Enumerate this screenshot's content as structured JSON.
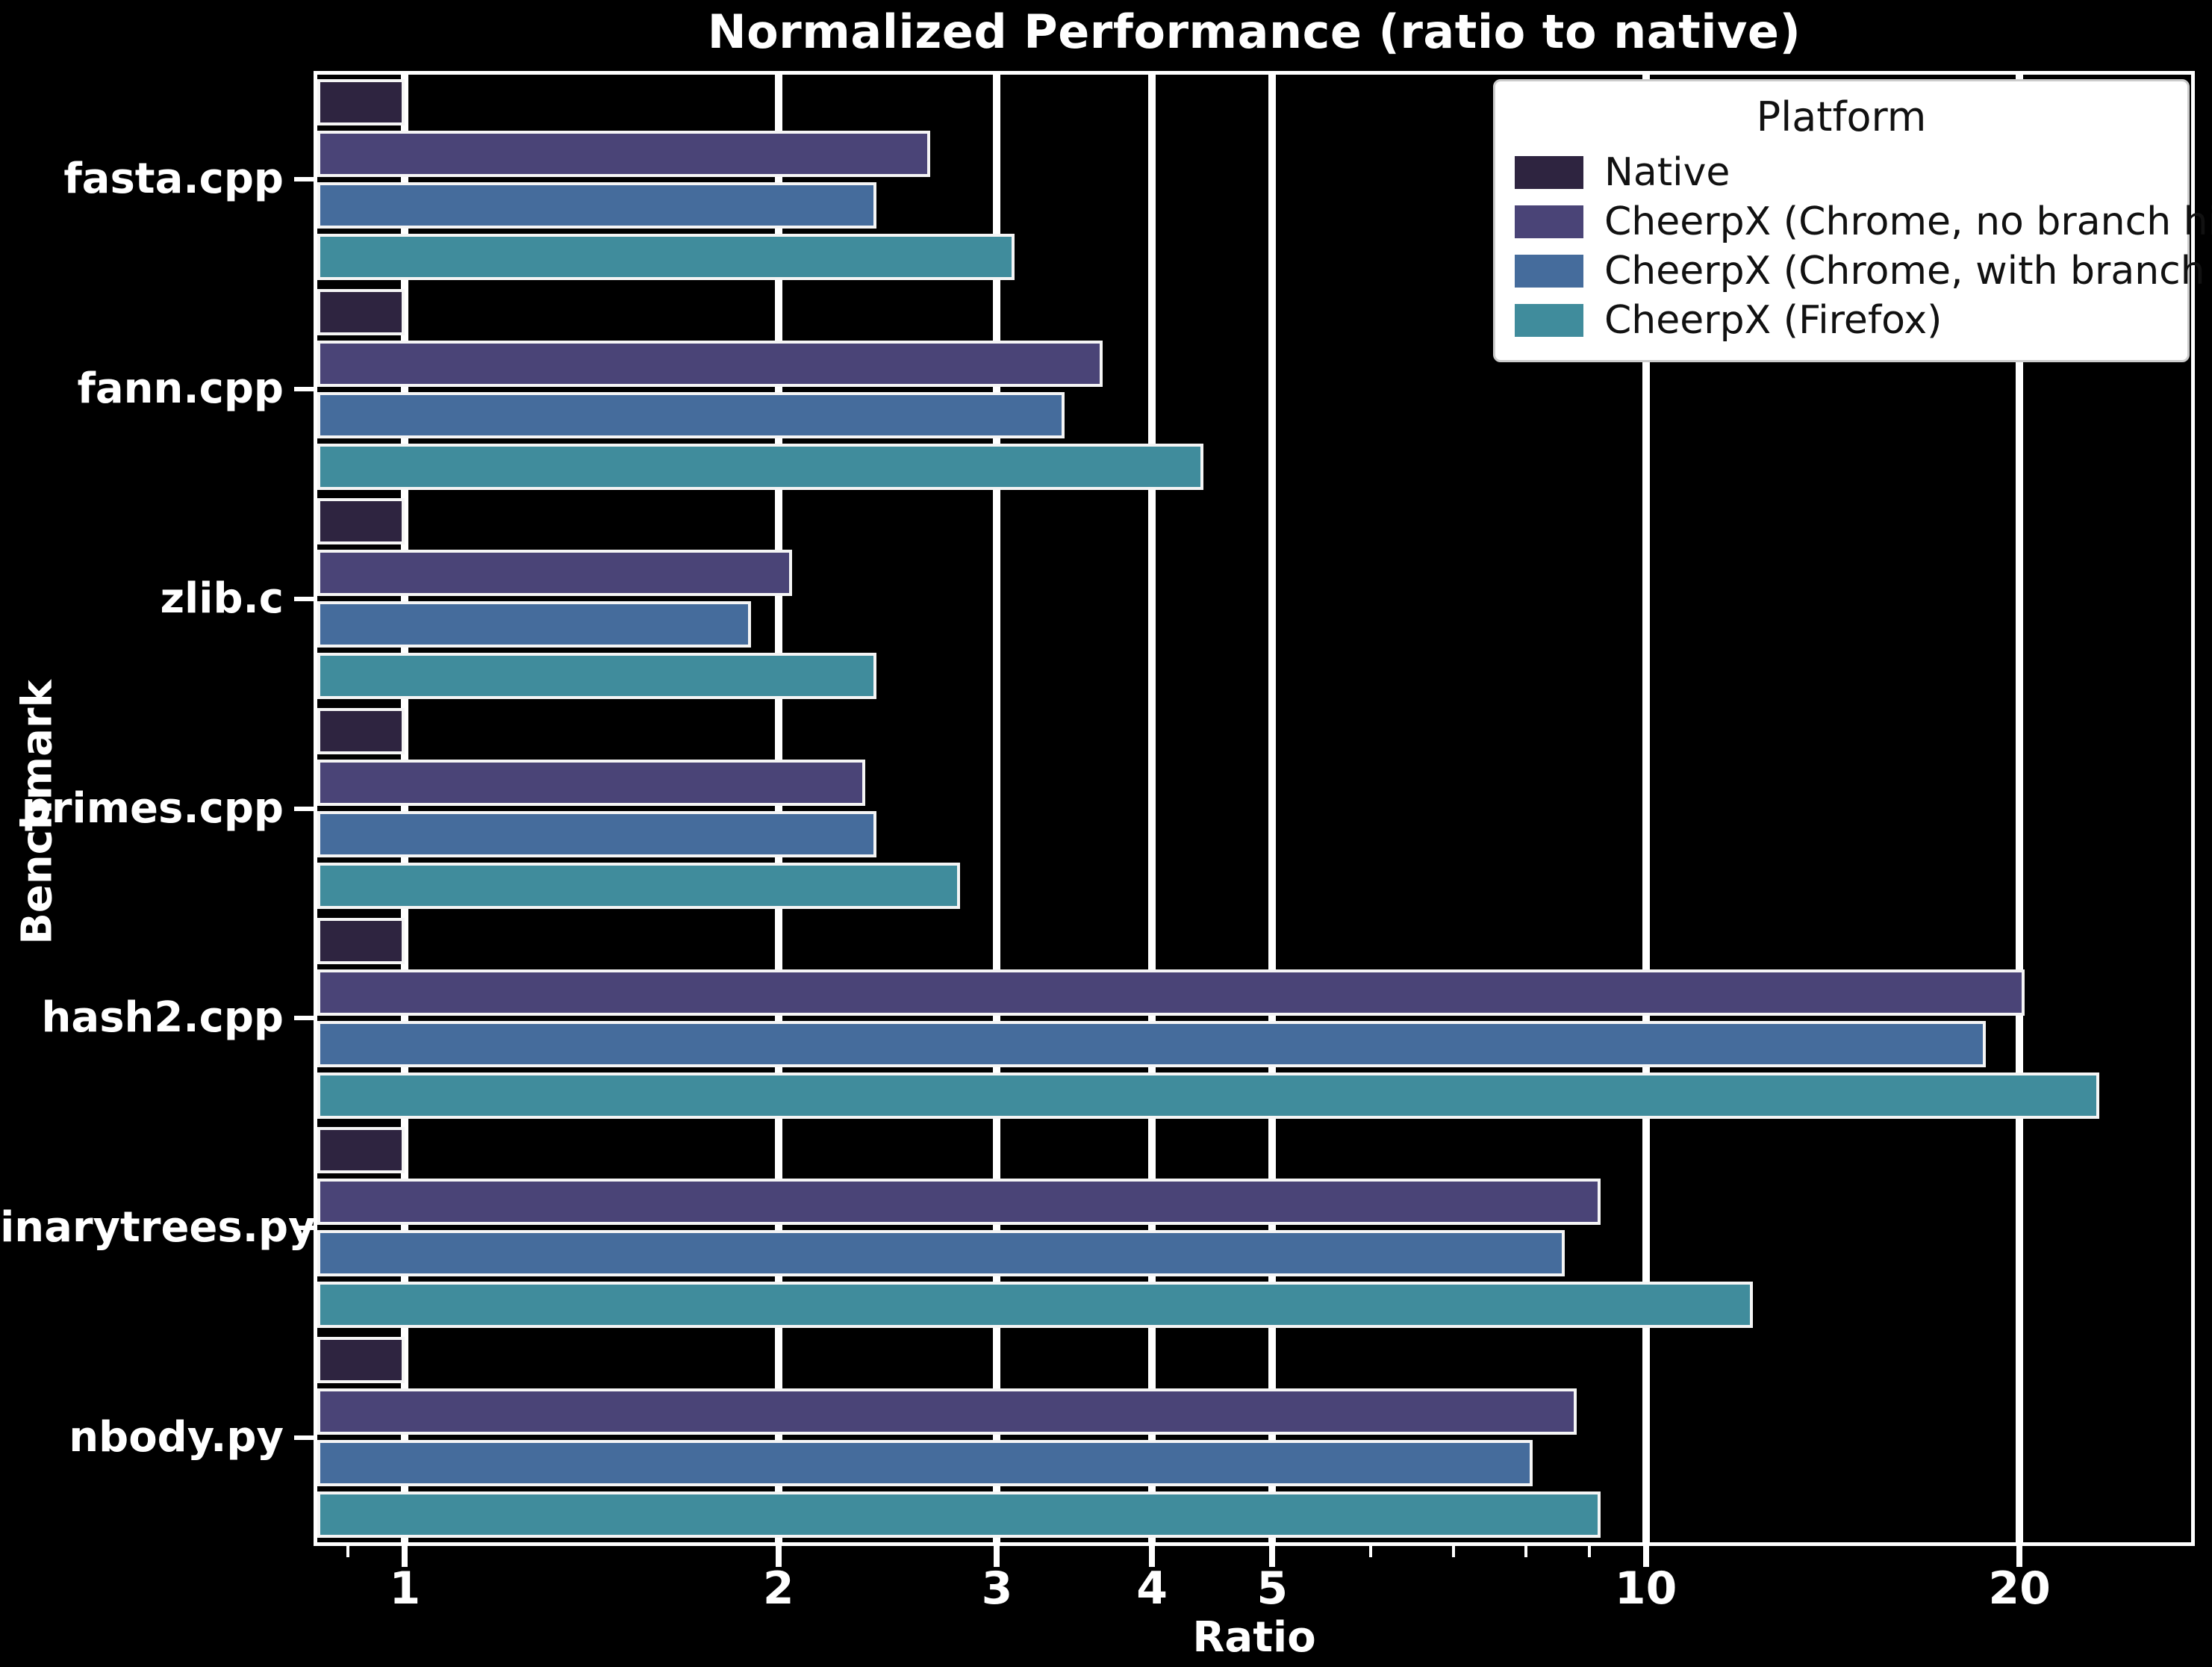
{
  "title": "Normalized Performance (ratio to native)",
  "chart_data": {
    "type": "bar",
    "orientation": "horizontal",
    "xscale": "log",
    "title": "Normalized Performance (ratio to native)",
    "xlabel": "Ratio",
    "ylabel": "Benchmark",
    "xlim": [
      0.85,
      27.5
    ],
    "xticks": [
      1,
      2,
      3,
      4,
      5,
      10,
      20
    ],
    "minor_xticks": [
      0.9,
      6,
      7,
      8,
      9
    ],
    "grid": "x-major",
    "background_color": "#000000",
    "text_color": "#ffffff",
    "bar_edge_color": "#f5f5f5",
    "categories": [
      "fasta.cpp",
      "fann.cpp",
      "zlib.c",
      "primes.cpp",
      "hash2.cpp",
      "binarytrees.py",
      "nbody.py"
    ],
    "series": [
      {
        "name": "Native",
        "color": "#2e2440",
        "values": [
          1.0,
          1.0,
          1.0,
          1.0,
          1.0,
          1.0,
          1.0
        ]
      },
      {
        "name": "CheerpX (Chrome, no branch hints)",
        "color": "#4a4477",
        "values": [
          2.65,
          3.65,
          2.05,
          2.35,
          20.2,
          9.2,
          8.8
        ]
      },
      {
        "name": "CheerpX (Chrome, with branch hints)",
        "color": "#456c9c",
        "values": [
          2.4,
          3.4,
          1.9,
          2.4,
          18.8,
          8.6,
          8.1
        ]
      },
      {
        "name": "CheerpX (Firefox)",
        "color": "#408c9c",
        "values": [
          3.1,
          4.4,
          2.4,
          2.8,
          23.2,
          12.2,
          9.2
        ]
      }
    ],
    "legend": {
      "title": "Platform",
      "position": "upper right"
    }
  }
}
